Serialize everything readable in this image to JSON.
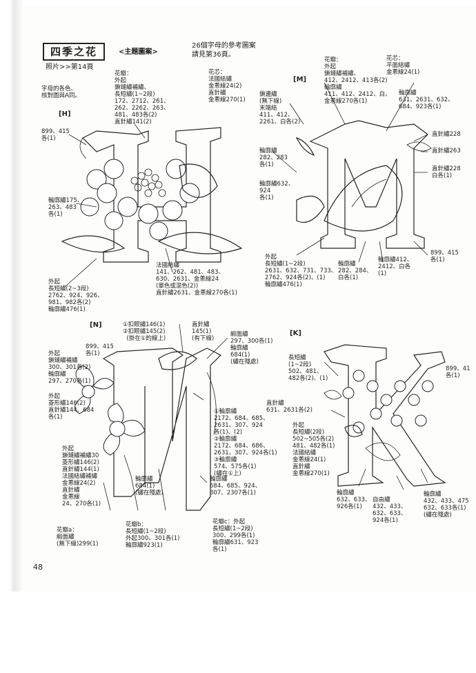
{
  "header": {
    "title": "四季之花",
    "subtitle": "照片>>第14頁",
    "theme": "<主題圖案>",
    "reference_line1": "26個字母的參考圖案",
    "reference_line2": "請見第36頁。"
  },
  "page_number": "48",
  "sections": {
    "H": {
      "tag": "[H]",
      "notes": [
        {
          "id": "h-letter-color",
          "text": "字母的各色、\n核對圖與A同。"
        },
        {
          "id": "h-petals",
          "text": "花瓣：\n外起\n鎖鏈繡補繡、\n長短繡(1~2段)\n172、2712、261、\n262、2262、263、\n481、483各(2)\n直針繡141(2)"
        },
        {
          "id": "h-core",
          "text": "花芯：\n法國結繡\n金蔥線24(2)\n直針繡\n金蔥線270(1)"
        },
        {
          "id": "h-899",
          "text": "899、415\n各(1)"
        },
        {
          "id": "h-outline",
          "text": "輪廓繡175、\n263、483\n各(1)"
        },
        {
          "id": "h-french",
          "text": "法國結繡\n141、262、481、483、\n630、2631、金蔥線24\n(單色或混色(2))\n直針繡2631、金蔥線270各(1)"
        },
        {
          "id": "h-outer",
          "text": "外起\n長短繡(2~3段)\n2762、924、926、\n981、982各(2)\n輪廓繡476(1)"
        }
      ]
    },
    "M": {
      "tag": "[M]",
      "notes": [
        {
          "id": "m-petals",
          "text": "花瓣：\n外起\n鎖鏈繡補繡、\n412、2412、413各(2)\n輪廓繡\n411、412、2412、白、\n金蔥線270各(1)"
        },
        {
          "id": "m-core",
          "text": "花芯：\n平面結繡\n金蔥線24(1)"
        },
        {
          "id": "m-running",
          "text": "鎖邊繡\n(無下線)\n末端結\n411、412、\n2261、白各(2)"
        },
        {
          "id": "m-outline1",
          "text": "輪廓繡\n631、2631、632、\n684、923各(1)"
        },
        {
          "id": "m-straight1",
          "text": "直針繡228"
        },
        {
          "id": "m-straight2",
          "text": "直針繡263"
        },
        {
          "id": "m-straight3",
          "text": "直針繡228\n白各(1)"
        },
        {
          "id": "m-outline2",
          "text": "輪廓繡\n282、283\n各(1)"
        },
        {
          "id": "m-outline3",
          "text": "輪廓繡632、\n924\n各(1)"
        },
        {
          "id": "m-899",
          "text": "899、415\n各(1)"
        },
        {
          "id": "m-outer",
          "text": "外起\n長短繡(1~2段)\n2631、632、731、733、\n2762、924各(2)、(1)\n輪廓繡476(1)"
        },
        {
          "id": "m-outline4",
          "text": "輪廓繡\n282、284、\n白各(1)"
        },
        {
          "id": "m-outline5",
          "text": "輪廓繡412、\n2412、白各\n(1)"
        }
      ]
    },
    "N": {
      "tag": "[N]",
      "notes": [
        {
          "id": "n-stitch",
          "text": "①扣眼繡146(1)\n②扣眼繡145(2)\n  (掛在①的線上)"
        },
        {
          "id": "n-straight",
          "text": "直針繡\n145(1)\n(有下線)"
        },
        {
          "id": "n-satin",
          "text": "緞面繡\n297、300各(1)\n輪廓繡\n684(1)\n(繡在殘處)"
        },
        {
          "id": "n-899",
          "text": "899、415\n各(1)"
        },
        {
          "id": "n-outer1",
          "text": "外起\n鎖鏈繡補繡\n300、301各(2)\n輪廓繡\n297、270各(1)"
        },
        {
          "id": "n-outer2",
          "text": "外起\n菱形繡146(2)\n直針繡144、684\n各(1)"
        },
        {
          "id": "n-numbered",
          "text": "①輪廓繡\n2172、684、685、\n2631、307、924\n各(1)、(2)\n②輪廓繡\n2172、684、686、\n2631、307、924各(1)\n③輪廓繡\n574、575各(1)\n(繡在①上)"
        },
        {
          "id": "n-outer3",
          "text": "外起\n鎖鏈繡補繡30\n菱形繡146(2)\n直針繡144(1)\n法國結繡補繡\n金蔥線24(2)\n直針繡\n金蔥線\n24、270各(1)"
        },
        {
          "id": "n-outline1",
          "text": "輪廓繡\n684(1)\n(繡在殘處)"
        },
        {
          "id": "n-outline2",
          "text": "輪廓繡\n684、685、924、\n307、2307各(1)"
        },
        {
          "id": "n-petal-a",
          "text": "花瓣a：\n緞面繡\n(無下線)299(1)"
        },
        {
          "id": "n-petal-b",
          "text": "花瓣b：\n長短繡(1~2段)\n外起300、301各(1)\n輪廓繡923(1)"
        },
        {
          "id": "n-petal-c",
          "text": "花瓣c：外起\n長短繡(1~2段)\n300、299各(1)\n輪廓繡631、923\n各(1)"
        }
      ]
    },
    "K": {
      "tag": "[K]",
      "notes": [
        {
          "id": "k-long",
          "text": "長短繡\n(1~2段)\n502、481、\n482各(2)、(1)"
        },
        {
          "id": "k-899",
          "text": "899、41\n各(1)"
        },
        {
          "id": "k-straight",
          "text": "直針繡\n631、2631各(2)"
        },
        {
          "id": "k-outer",
          "text": "外起\n長短繡(2段)\n502~505各(2)\n481、482各(1)\n法國結繡\n金蔥線24(1)\n直針繡\n金蔥線270(1)"
        },
        {
          "id": "k-outline1",
          "text": "輪廓繡\n632、633、\n926各(1)"
        },
        {
          "id": "k-free",
          "text": "自由繡\n432、433、\n632、633、\n924各(1)"
        },
        {
          "id": "k-outline2",
          "text": "輪廓繡\n432、433、475\n632、633各(1)\n(繡在殘處)"
        }
      ]
    }
  }
}
